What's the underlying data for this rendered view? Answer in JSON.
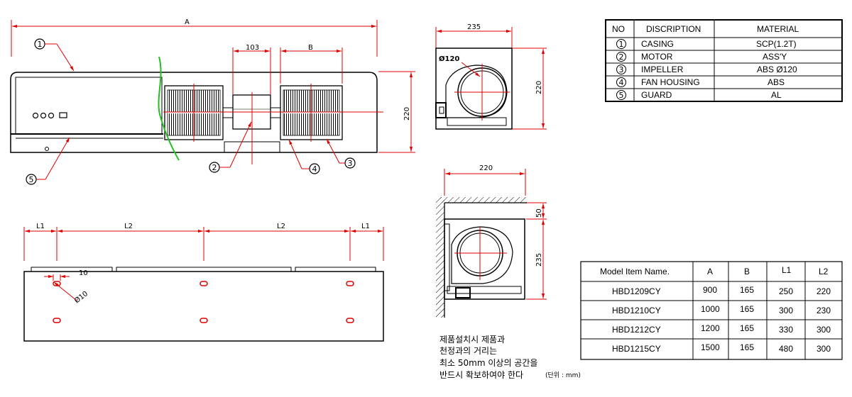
{
  "dims": {
    "a": "A",
    "b": "B",
    "d103": "103",
    "d220": "220",
    "d235": "235",
    "d50": "50",
    "l1": "L1",
    "l2": "L2",
    "d10": "10",
    "phi10": "Ø10",
    "phi120": "Ø120"
  },
  "balloons": [
    "1",
    "2",
    "3",
    "4",
    "5"
  ],
  "parts_table": {
    "headers": [
      "NO",
      "DISCRIPTION",
      "MATERIAL"
    ],
    "rows": [
      {
        "no": "1",
        "desc": "CASING",
        "mat": "SCP(1.2T)"
      },
      {
        "no": "2",
        "desc": "MOTOR",
        "mat": "ASS'Y"
      },
      {
        "no": "3",
        "desc": "IMPELLER",
        "mat": "ABS Ø120"
      },
      {
        "no": "4",
        "desc": "FAN HOUSING",
        "mat": "ABS"
      },
      {
        "no": "5",
        "desc": "GUARD",
        "mat": "AL"
      }
    ]
  },
  "model_table": {
    "headers": [
      "Model Item Name.",
      "A",
      "B",
      "L1",
      "L2"
    ],
    "rows": [
      [
        "HBD1209CY",
        "900",
        "165",
        "250",
        "220"
      ],
      [
        "HBD1210CY",
        "1000",
        "165",
        "300",
        "230"
      ],
      [
        "HBD1212CY",
        "1200",
        "165",
        "330",
        "300"
      ],
      [
        "HBD1215CY",
        "1500",
        "165",
        "480",
        "300"
      ]
    ]
  },
  "note": {
    "lines": [
      "제품설치시 제품과",
      "천정과의 거리는",
      "최소 50mm 이상의 공간을",
      "반드시 확보하여야 한다"
    ],
    "unit": "(단위 : mm)"
  },
  "colors": {
    "dimension": "#e00000",
    "outline": "#000000",
    "break_line": "#22c022"
  }
}
